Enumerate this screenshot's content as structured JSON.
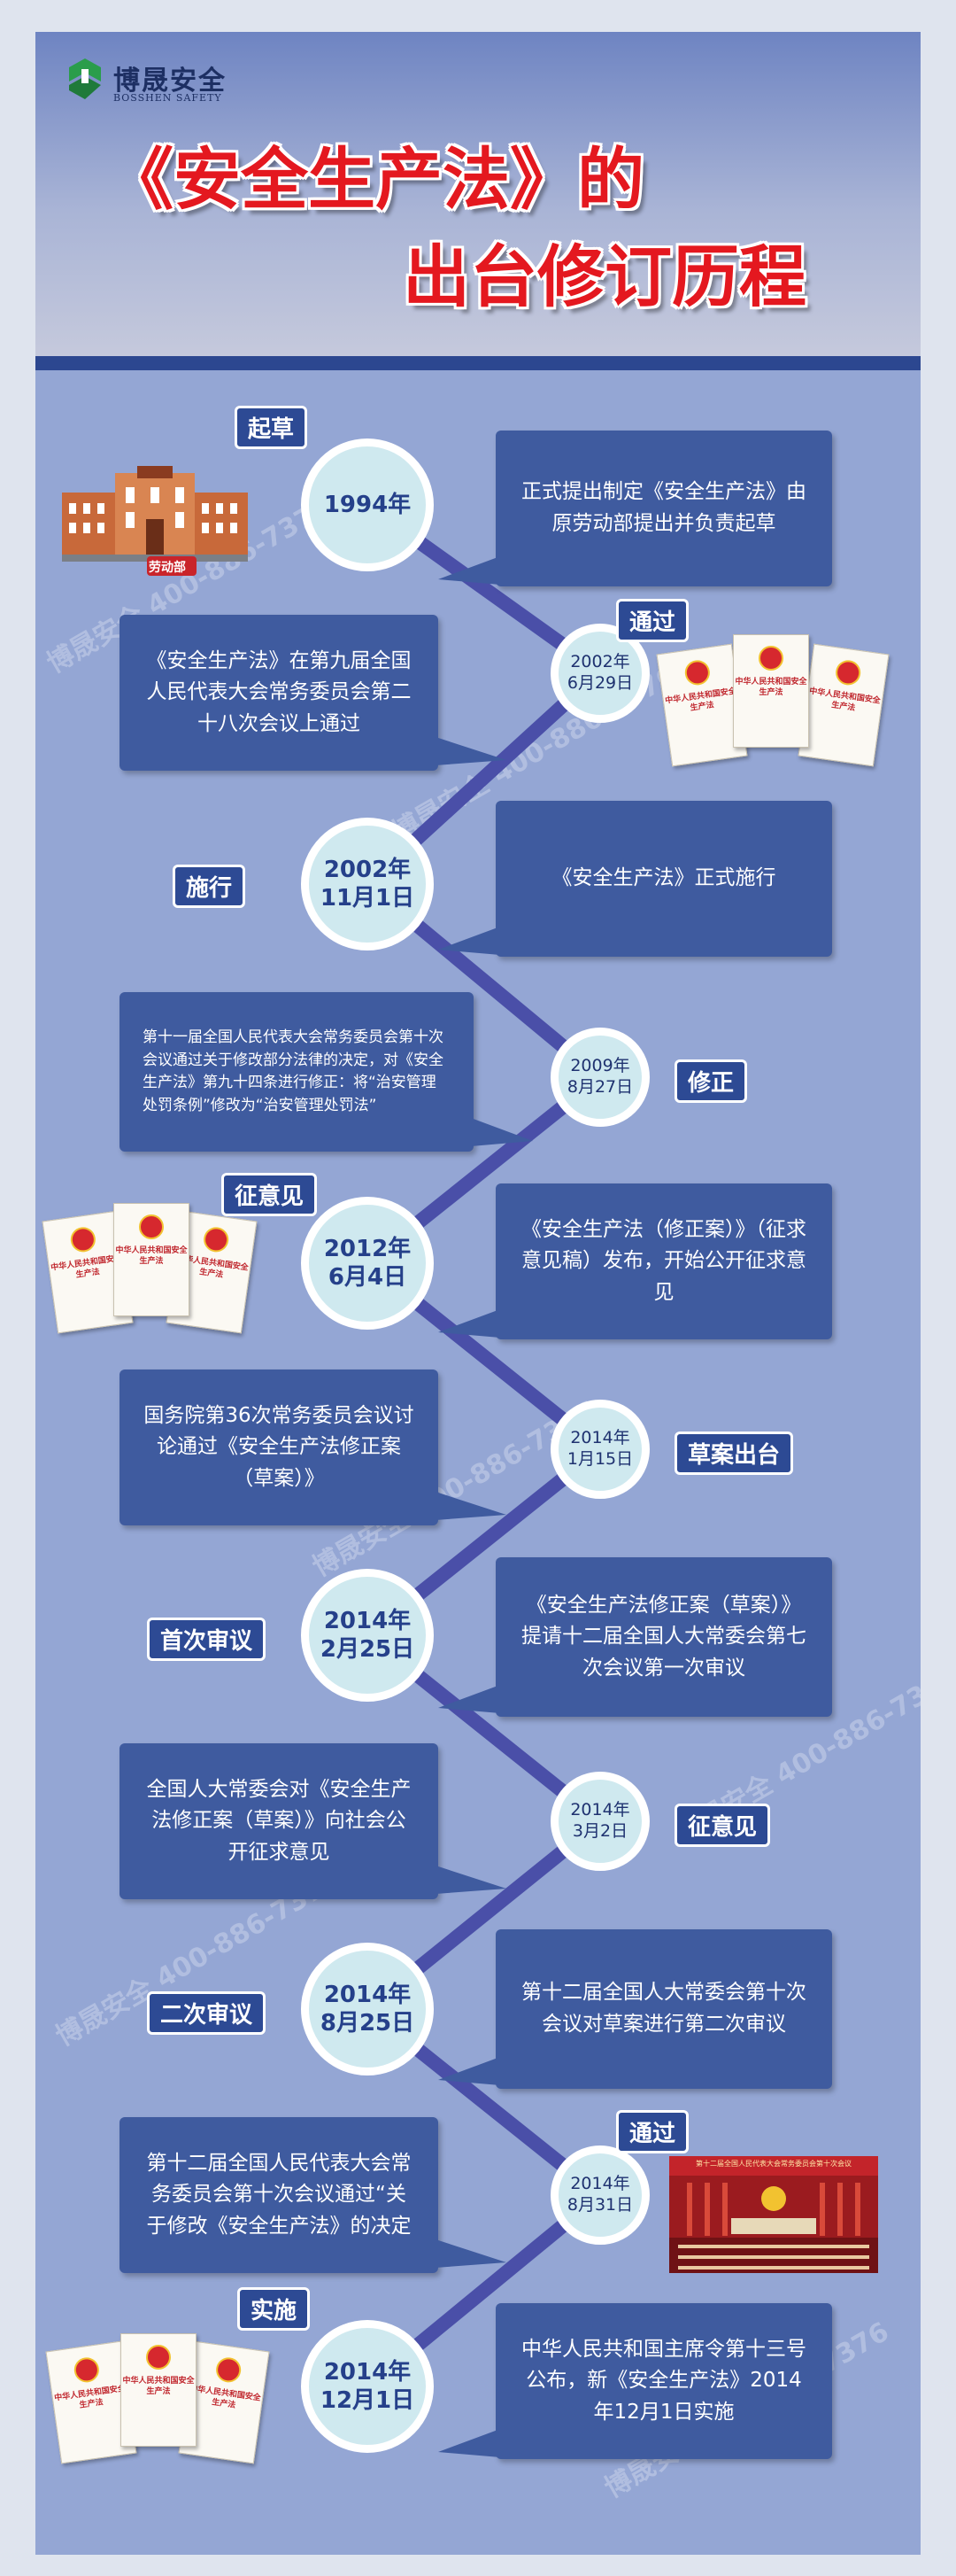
{
  "brand": {
    "name_cn": "博晟安全",
    "name_en": "BOSSHEN SAFETY",
    "phone": "400-886-7376"
  },
  "title": {
    "line1": "《安全生产法》的",
    "line2": "出台修订历程"
  },
  "images": {
    "building_label": "劳动部",
    "book_text": "中华人民共和国安全生产法",
    "hall_caption": "第十二届全国人民代表大会常务委员会第十次会议"
  },
  "events": [
    {
      "date": "1994年",
      "tag": "起草",
      "text": "正式提出制定《安全生产法》由原劳动部提出并负责起草"
    },
    {
      "date_line1": "2002年",
      "date_line2": "6月29日",
      "tag": "通过",
      "text": "《安全生产法》在第九届全国人民代表大会常务委员会第二十八次会议上通过"
    },
    {
      "date_line1": "2002年",
      "date_line2": "11月1日",
      "tag": "施行",
      "text": "《安全生产法》正式施行"
    },
    {
      "date_line1": "2009年",
      "date_line2": "8月27日",
      "tag": "修正",
      "text": "第十一届全国人民代表大会常务委员会第十次会议通过关于修改部分法律的决定，对《安全生产法》第九十四条进行修正：将“治安管理处罚条例”修改为“治安管理处罚法”"
    },
    {
      "date_line1": "2012年",
      "date_line2": "6月4日",
      "tag": "征意见",
      "text": "《安全生产法（修正案）》（征求意见稿）发布，开始公开征求意见"
    },
    {
      "date_line1": "2014年",
      "date_line2": "1月15日",
      "tag": "草案出台",
      "text": "国务院第36次常务委员会议讨论通过《安全生产法修正案（草案）》"
    },
    {
      "date_line1": "2014年",
      "date_line2": "2月25日",
      "tag": "首次审议",
      "text": "《安全生产法修正案（草案）》提请十二届全国人大常委会第七次会议第一次审议"
    },
    {
      "date_line1": "2014年",
      "date_line2": "3月2日",
      "tag": "征意见",
      "text": "全国人大常委会对《安全生产法修正案（草案）》向社会公开征求意见"
    },
    {
      "date_line1": "2014年",
      "date_line2": "8月25日",
      "tag": "二次审议",
      "text": "第十二届全国人大常委会第十次会议对草案进行第二次审议"
    },
    {
      "date_line1": "2014年",
      "date_line2": "8月31日",
      "tag": "通过",
      "text": "第十二届全国人民代表大会常务委员会第十次会议通过“关于修改《安全生产法》的决定"
    },
    {
      "date_line1": "2014年",
      "date_line2": "12月1日",
      "tag": "实施",
      "text": "中华人民共和国主席令第十三号公布，新《安全生产法》2014年12月1日实施"
    }
  ],
  "colors": {
    "panel": "#94a6d4",
    "box": "#3f5b9f",
    "tag": "#2d4a94",
    "node": "#cfe9ef",
    "title": "#e4181f"
  }
}
